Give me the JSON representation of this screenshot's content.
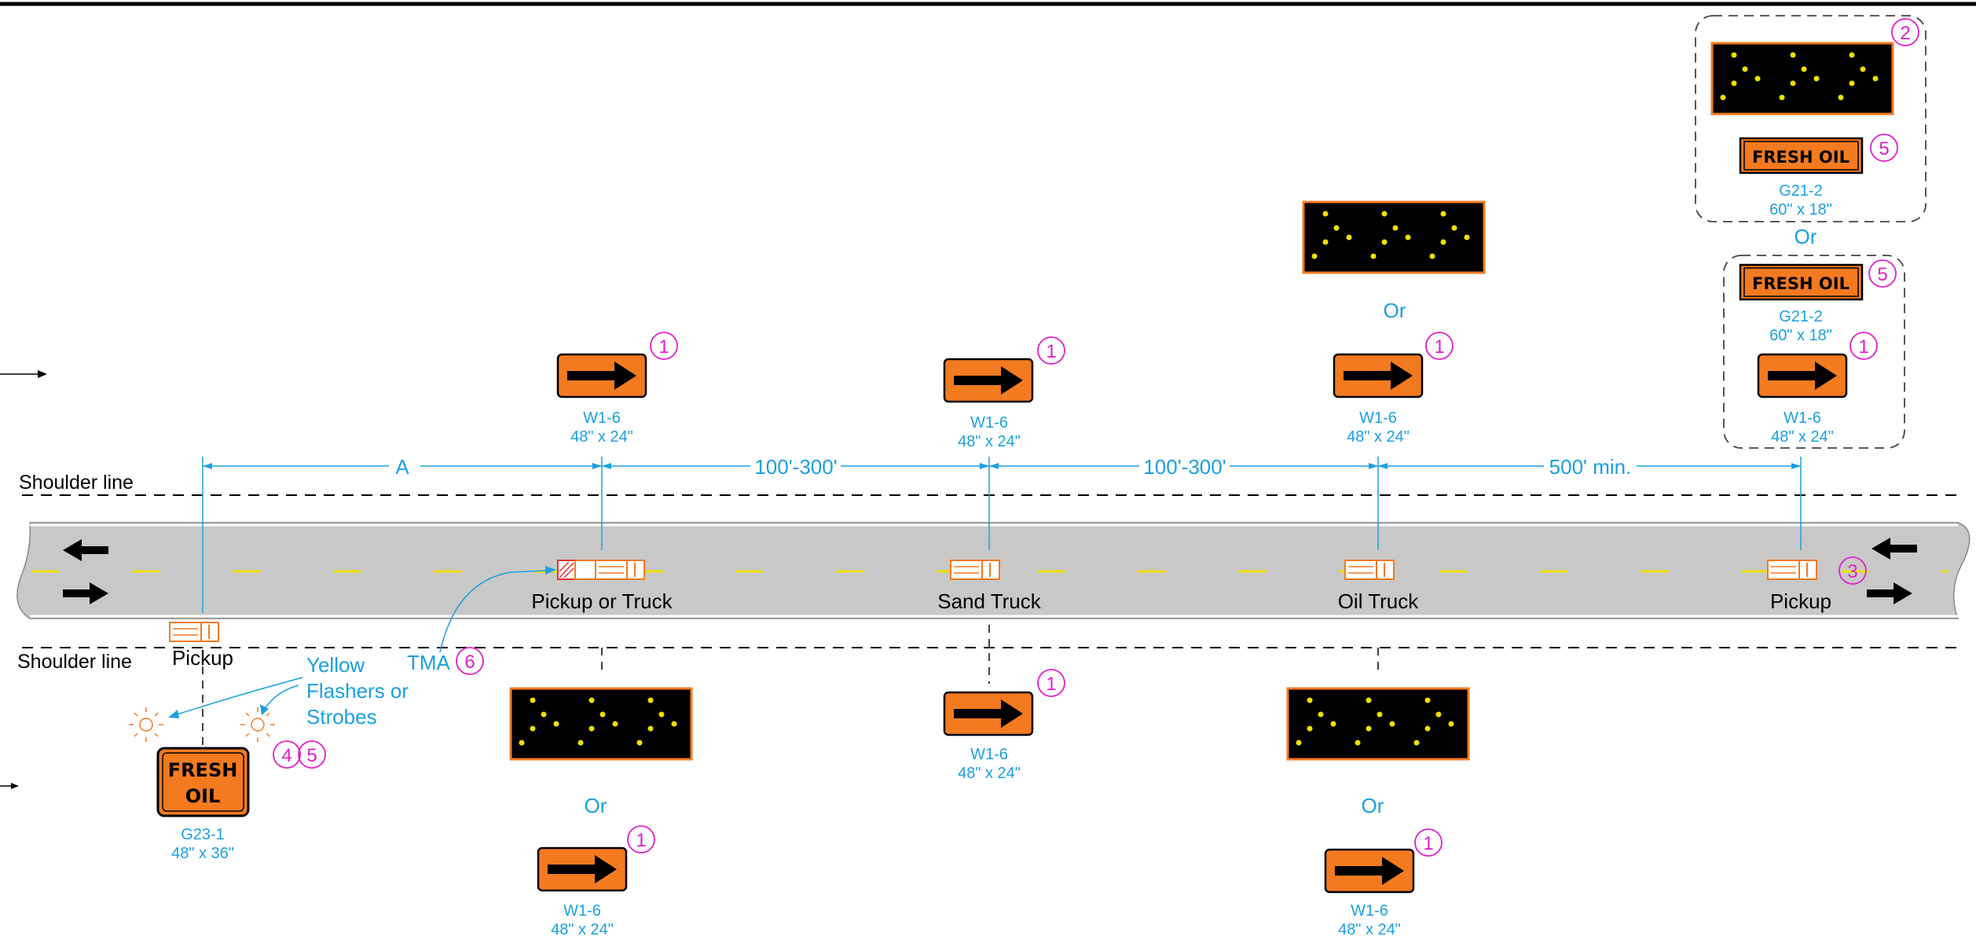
{
  "shoulder_top": "Shoulder line",
  "shoulder_bottom": "Shoulder line",
  "vehicles": {
    "pickup_or_truck": "Pickup or Truck",
    "sand_truck": "Sand Truck",
    "oil_truck": "Oil Truck",
    "pickup_right": "Pickup",
    "pickup_left": "Pickup",
    "tma": "TMA"
  },
  "dimensions": {
    "a": "A",
    "d1": "100'-300'",
    "d2": "100'-300'",
    "d3": "500' min."
  },
  "signs": {
    "w16_code": "W1-6",
    "w16_size": "48\" x 24\"",
    "g212_code": "G21-2",
    "g212_size": "60\" x 18\"",
    "g212_text": "FRESH OIL",
    "g231_code": "G23-1",
    "g231_size": "48\" x 36\"",
    "g231_line1": "FRESH",
    "g231_line2": "OIL"
  },
  "or_label": "Or",
  "flashers": [
    "Yellow",
    "Flashers or",
    "Strobes"
  ],
  "notes": [
    "1",
    "2",
    "3",
    "4",
    "5",
    "6"
  ],
  "colors": {
    "sign_orange": "#f47a20",
    "dimension_blue": "#1aa0e0",
    "note_magenta": "#e01ecc",
    "road_gray": "#c8c8c8",
    "center_yellow": "#f0e000"
  }
}
